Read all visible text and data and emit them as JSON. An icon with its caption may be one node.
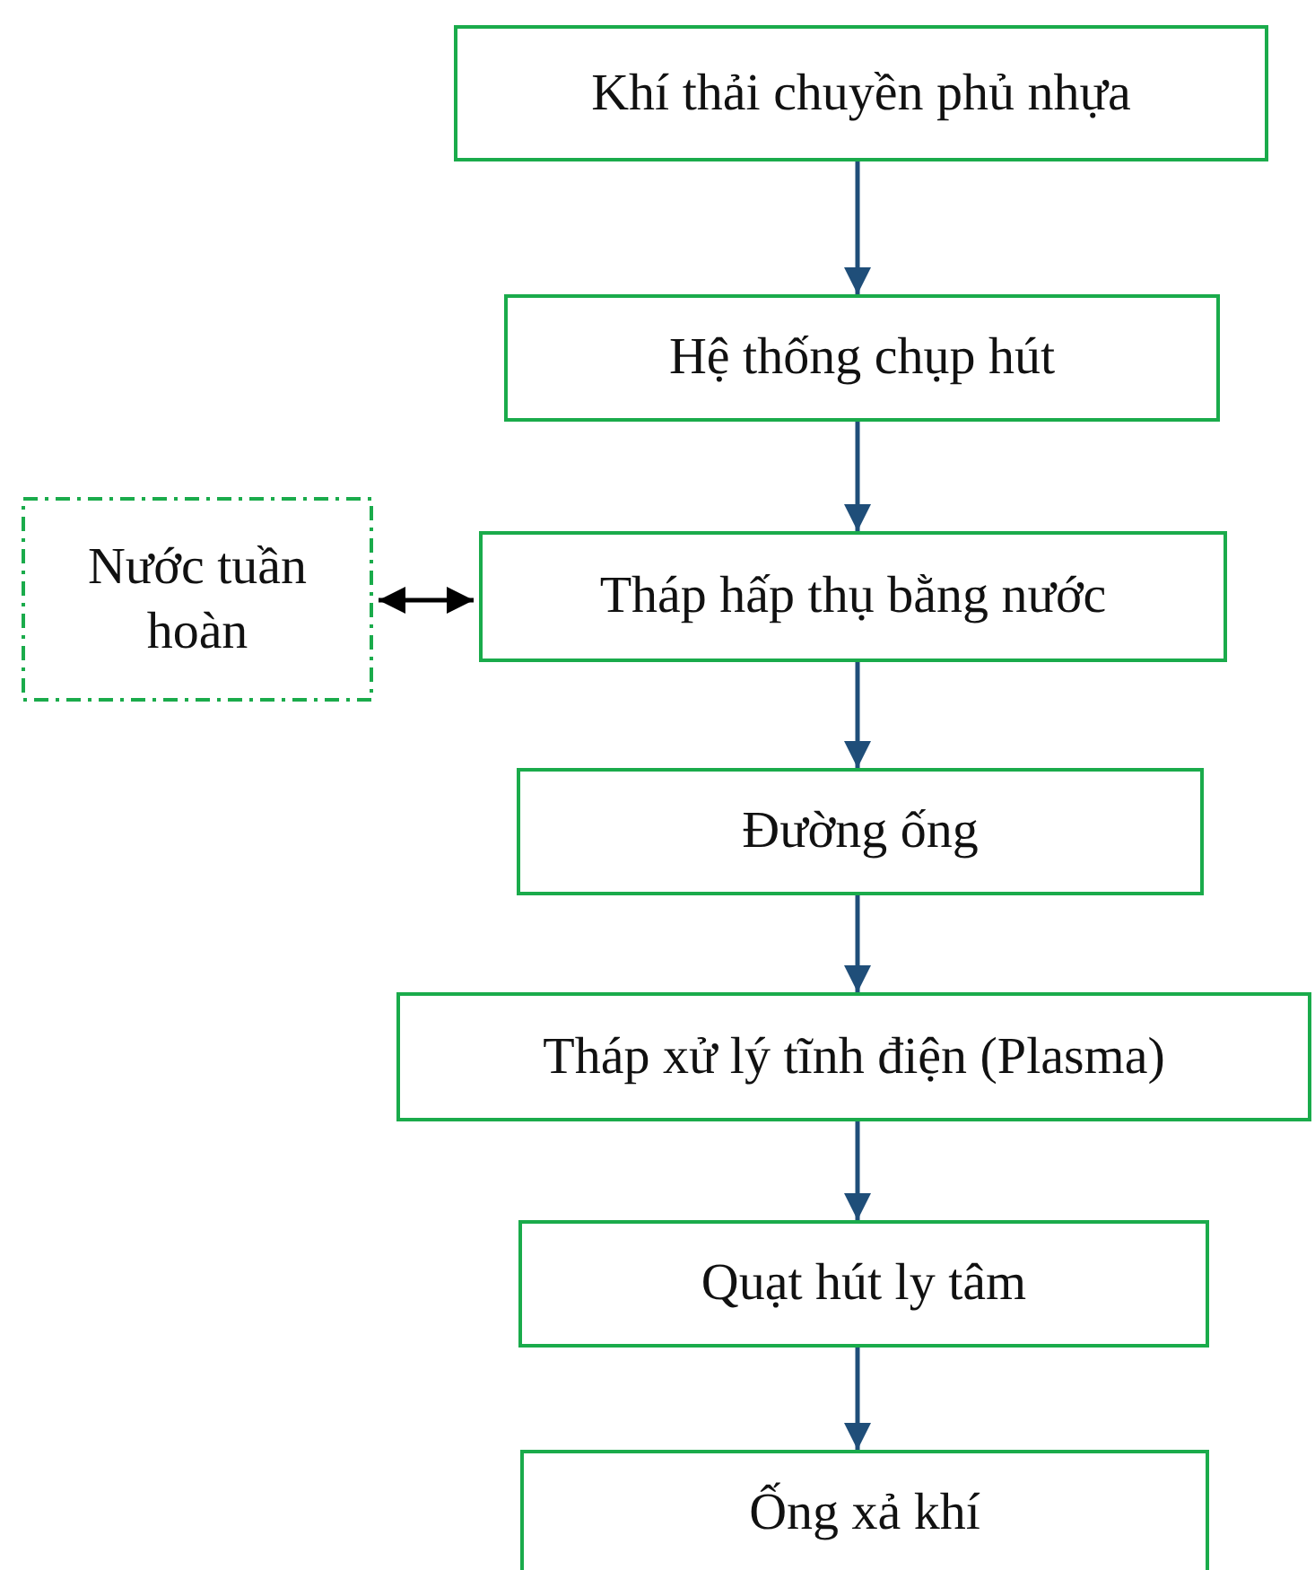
{
  "diagram": {
    "nodes": [
      {
        "text": [
          "Khí thải chuyền phủ nhựa"
        ]
      },
      {
        "text": [
          "Hệ thống chụp hút"
        ]
      },
      {
        "text": [
          "Tháp hấp thụ bằng nước"
        ]
      },
      {
        "text": [
          "Đường ống"
        ]
      },
      {
        "text": [
          "Tháp xử lý tĩnh điện (Plasma)"
        ]
      },
      {
        "text": [
          "Quạt hút ly tâm"
        ]
      },
      {
        "text": [
          "Ống xả khí"
        ]
      },
      {
        "text": [
          "Nước tuần hoàn"
        ]
      }
    ],
    "edges": [
      {
        "from": 0,
        "to": 1,
        "arrow": "to"
      },
      {
        "from": 1,
        "to": 2,
        "arrow": "to"
      },
      {
        "from": 2,
        "to": 3,
        "arrow": "to"
      },
      {
        "from": 3,
        "to": 4,
        "arrow": "to"
      },
      {
        "from": 4,
        "to": 5,
        "arrow": "to"
      },
      {
        "from": 5,
        "to": 6,
        "arrow": "to"
      },
      {
        "from": 7,
        "to": 2,
        "arrow": "both",
        "color": "#000000"
      }
    ]
  }
}
